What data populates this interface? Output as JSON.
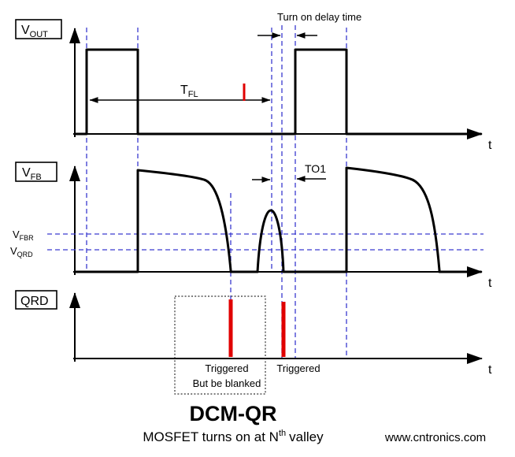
{
  "panels": {
    "vout": {
      "label": "V",
      "label_sub": "OUT",
      "tfl": "T",
      "tfl_sub": "FL",
      "turn_on_delay": "Turn on delay time",
      "axis_t": "t"
    },
    "vfb": {
      "label": "V",
      "label_sub": "FB",
      "vfbr": "V",
      "vfbr_sub": "FBR",
      "vqrd": "V",
      "vqrd_sub": "QRD",
      "to1": "TO1",
      "axis_t": "t"
    },
    "qrd": {
      "label": "QRD",
      "trigger1_line1": "Triggered",
      "trigger1_line2": "But be blanked",
      "trigger2": "Triggered",
      "axis_t": "t"
    }
  },
  "footer": {
    "title": "DCM-QR",
    "subtitle": "MOSFET turns on at N",
    "subtitle_sup": "th",
    "subtitle_end": "valley",
    "watermark": "www.cntronics.com"
  },
  "colors": {
    "waveform": "#000000",
    "guide_blue": "#3a3ad0",
    "trigger_red": "#e00000",
    "delay_text": "#17375e",
    "watermark_green": "#a5cd5f"
  }
}
